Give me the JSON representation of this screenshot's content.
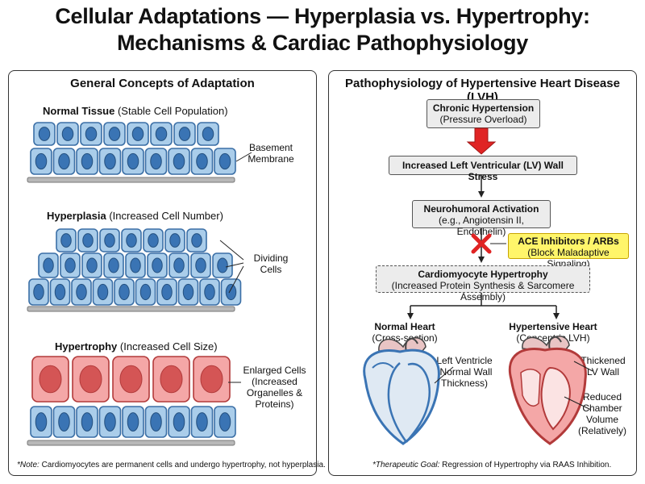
{
  "title_line1": "Cellular Adaptations — Hyperplasia vs. Hypertrophy:",
  "title_line2": "Mechanisms & Cardiac Pathophysiology",
  "left_panel": {
    "title": "General Concepts of Adaptation",
    "normal": {
      "bold": "Normal Tissue",
      "rest": " (Stable Cell Population)",
      "callout_line1": "Basement",
      "callout_line2": "Membrane"
    },
    "hyperplasia": {
      "bold": "Hyperplasia",
      "rest": " (Increased Cell Number)",
      "callout_line1": "Dividing",
      "callout_line2": "Cells"
    },
    "hypertrophy": {
      "bold": "Hypertrophy",
      "rest": " (Increased Cell Size)",
      "callout_line1": "Enlarged Cells",
      "callout_line2": "(Increased",
      "callout_line3": "Organelles &",
      "callout_line4": "Proteins)"
    },
    "note_italic": "*Note:",
    "note_rest": " Cardiomyocytes are permanent cells and undergo hypertrophy, not hyperplasia."
  },
  "right_panel": {
    "title": "Pathophysiology of Hypertensive Heart Disease (LVH)",
    "step1_title": "Chronic Hypertension",
    "step1_sub": "(Pressure Overload)",
    "step2_title": "Increased Left Ventricular (LV) Wall Stress",
    "step3_title": "Neurohumoral Activation",
    "step3_sub": "(e.g., Angiotensin II, Endothelin)",
    "drug_title": "ACE Inhibitors / ARBs",
    "drug_sub": "(Block Maladaptive Signaling)",
    "step4_title": "Cardiomyocyte Hypertrophy",
    "step4_sub": "(Increased Protein Synthesis & Sarcomere Assembly)",
    "normal_heart_title": "Normal Heart",
    "normal_heart_sub": "(Cross-section)",
    "normal_heart_label1": "Left Ventricle",
    "normal_heart_label2": "(Normal Wall",
    "normal_heart_label3": "Thickness)",
    "lvh_title": "Hypertensive Heart",
    "lvh_sub": "(Concentric LVH)",
    "lvh_label_a1": "Thickened",
    "lvh_label_a2": "LV Wall",
    "lvh_label_b1": "Reduced",
    "lvh_label_b2": "Chamber",
    "lvh_label_b3": "Volume",
    "lvh_label_b4": "(Relatively)",
    "goal_italic": "*Therapeutic Goal:",
    "goal_rest": " Regression of Hypertrophy via RAAS Inhibition."
  },
  "colors": {
    "normal_cell_fill": "#aacdea",
    "normal_cell_stroke": "#3b6fa6",
    "nucleus_fill": "#3a74b4",
    "enlarged_cell_fill": "#f4a7a7",
    "enlarged_cell_stroke": "#b23a3a",
    "enlarged_nucleus": "#d45555",
    "basement": "#b8b8b8",
    "arrow_red": "#e02424",
    "drug_box": "#fff56a"
  }
}
